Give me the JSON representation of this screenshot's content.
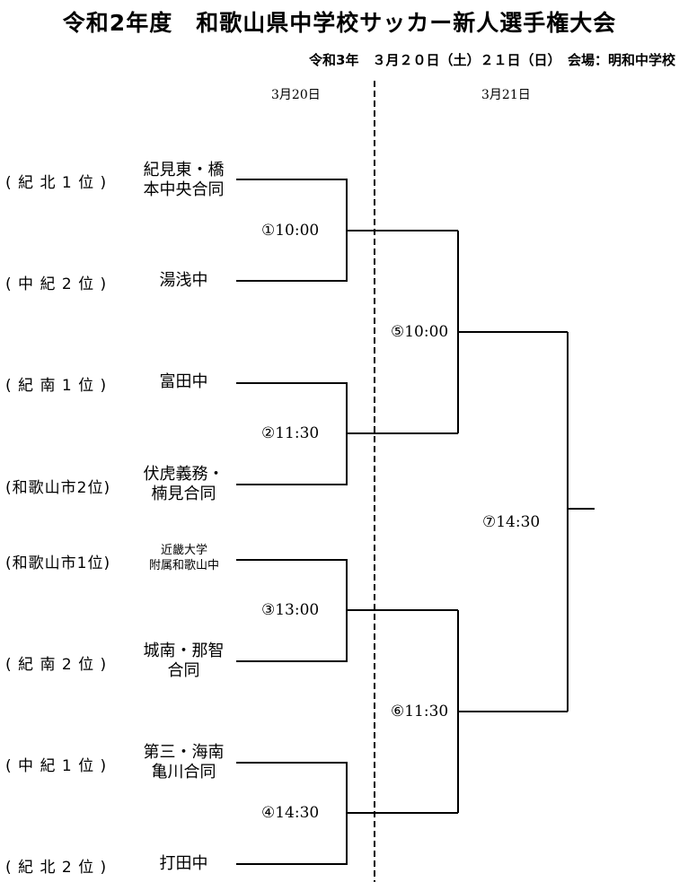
{
  "header": {
    "title": "令和2年度　和歌山県中学校サッカー新人選手権大会",
    "subtitle": "令和3年　３月２０日（土）２１日（日）　会場：明和中学校"
  },
  "days": {
    "day1": "3月20日",
    "day2": "3月21日"
  },
  "entries": [
    {
      "seed": "( 紀 北 1 位 )",
      "team_line1": "紀見東・橋",
      "team_line2": "本中央合同"
    },
    {
      "seed": "( 中 紀 2 位 )",
      "team_line1": "湯浅中",
      "team_line2": ""
    },
    {
      "seed": "( 紀 南 1 位 )",
      "team_line1": "富田中",
      "team_line2": ""
    },
    {
      "seed": "(和歌山市2位)",
      "team_line1": "伏虎義務・",
      "team_line2": "楠見合同"
    },
    {
      "seed": "(和歌山市1位)",
      "team_line1": "近畿大学",
      "team_line2": "附属和歌山中"
    },
    {
      "seed": "( 紀 南 2 位 )",
      "team_line1": "城南・那智",
      "team_line2": "合同"
    },
    {
      "seed": "( 中 紀 1 位 )",
      "team_line1": "第三・海南",
      "team_line2": "亀川合同"
    },
    {
      "seed": "( 紀 北 2 位 )",
      "team_line1": "打田中",
      "team_line2": ""
    }
  ],
  "matches": [
    {
      "label": "①10:00"
    },
    {
      "label": "②11:30"
    },
    {
      "label": "③13:00"
    },
    {
      "label": "④14:30"
    },
    {
      "label": "⑤10:00"
    },
    {
      "label": "⑥11:30"
    },
    {
      "label": "⑦14:30"
    }
  ]
}
